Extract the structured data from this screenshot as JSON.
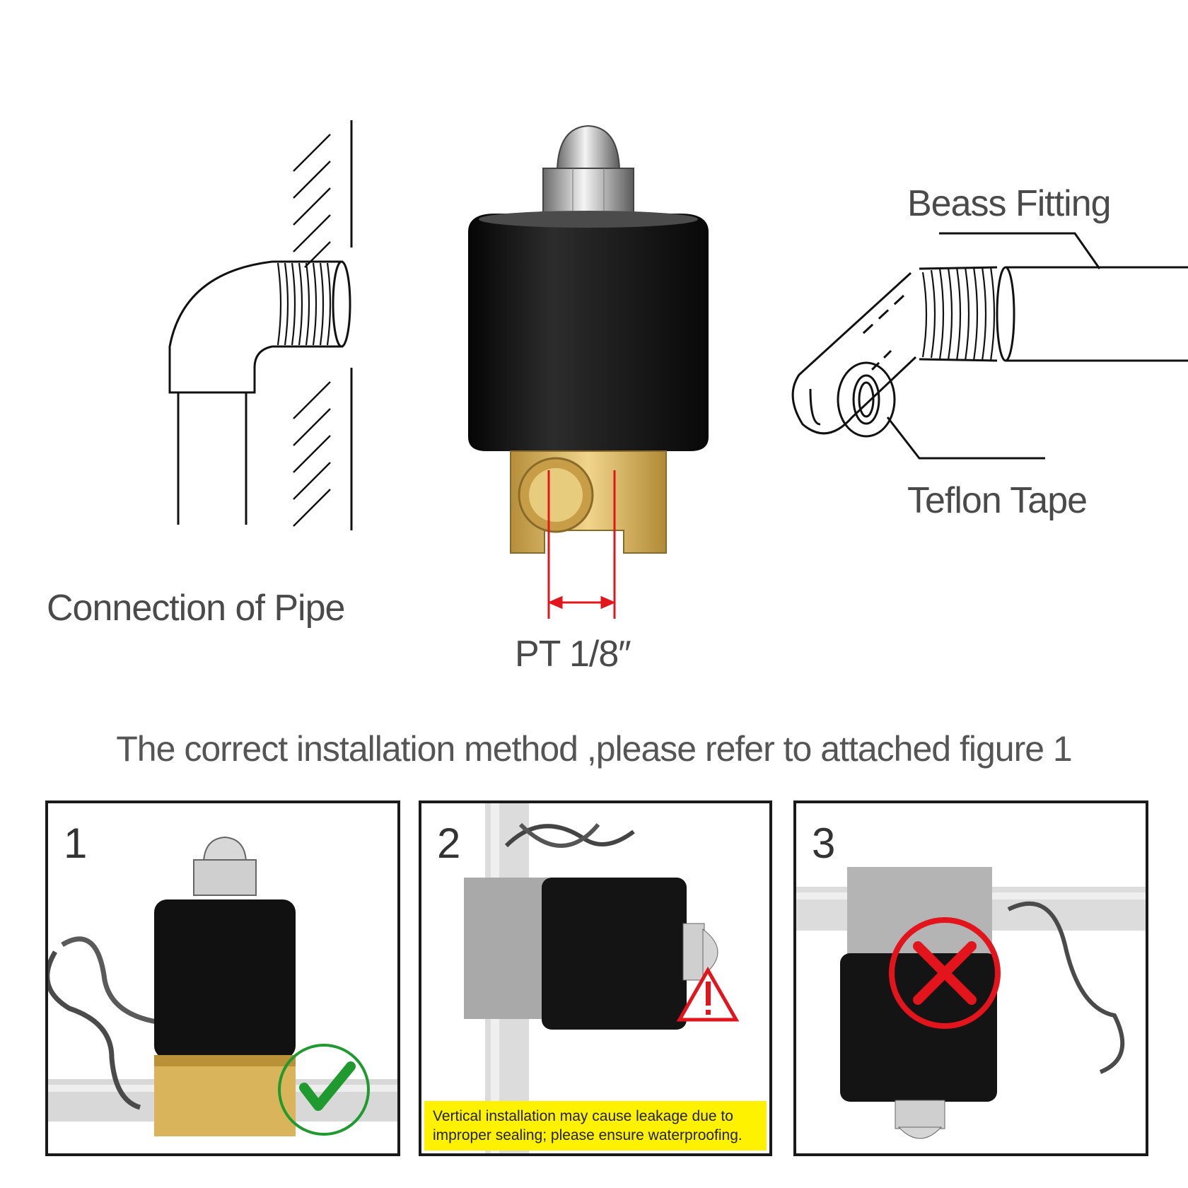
{
  "labels": {
    "connection": "Connection of Pipe",
    "size": "PT 1/8″",
    "fitting": "Beass Fitting",
    "tape": "Teflon Tape"
  },
  "heading": "The correct installation method ,please refer to attached figure 1",
  "panels": [
    {
      "number": "1",
      "status": "correct",
      "status_icon": "check-icon"
    },
    {
      "number": "2",
      "status": "warning",
      "status_icon": "warning-icon",
      "warning": [
        "Vertical installation may cause leakage due to",
        "improper sealing; please ensure waterproofing."
      ]
    },
    {
      "number": "3",
      "status": "wrong",
      "status_icon": "cross-icon"
    }
  ],
  "colors": {
    "dimension": "#e3141b",
    "check": "#1f9a2e",
    "wrong": "#e3141b",
    "warning_fill": "#fff200",
    "brass": "#d9b45a"
  }
}
